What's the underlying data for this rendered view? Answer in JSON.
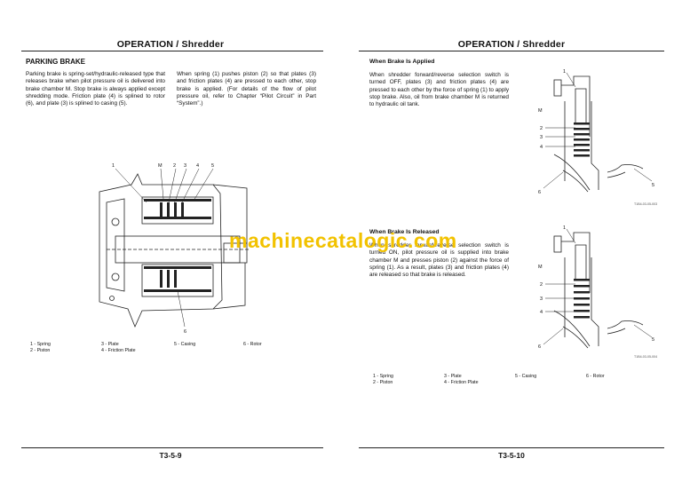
{
  "left": {
    "header": "OPERATION / Shredder",
    "section_title": "PARKING BRAKE",
    "para_left": "Parking brake is spring-set/hydraulic-released type that releases brake when pilot pressure oil is delivered into brake chamber M. Stop brake is always applied except shredding mode. Friction plate (4) is splined to rotor (6), and plate (3) is splined to casing (5).",
    "para_right": "When spring (1) pushes piston (2) so that plates (3) and friction plates (4) are pressed to each other, stop brake is applied. (For details of the flow of pilot pressure oil, refer to Chapter “Pilot Circuit” in Part “System”.)",
    "figure_labels": [
      "1",
      "M",
      "2",
      "3",
      "4",
      "5",
      "6"
    ],
    "captions": {
      "c1": [
        "1 -   Spring",
        "2 -   Piston"
      ],
      "c2": [
        "3 -   Plate",
        "4 -   Friction Plate"
      ],
      "c3": [
        "5 -   Casing"
      ],
      "c4": [
        "6 -   Rotor"
      ]
    },
    "page_number": "T3-5-9"
  },
  "right": {
    "header": "OPERATION / Shredder",
    "applied": {
      "title": "When Brake Is Applied",
      "text": "When shredder forward/reverse selection switch is turned OFF, plates (3) and friction plates (4) are pressed to each other by the force of spring (1) to apply stop brake. Also, oil from brake chamber M is returned to hydraulic oil tank.",
      "labels": [
        "1",
        "M",
        "2",
        "3",
        "4",
        "5",
        "6"
      ],
      "code": "T1B4-03-05-003"
    },
    "released": {
      "title": "When Brake Is Released",
      "text": "When shredder forward/reverse selection switch is turned ON, pilot pressure oil is supplied into brake chamber M and presses piston (2) against the force of spring (1). As a result, plates (3) and friction plates (4) are released so that brake is released.",
      "labels": [
        "1",
        "M",
        "2",
        "3",
        "4",
        "5",
        "6"
      ],
      "code": "T1B4-03-05-004"
    },
    "captions": {
      "c1": [
        "1 -   Spring",
        "2 -   Piston"
      ],
      "c2": [
        "3 -   Plate",
        "4 -   Friction Plate"
      ],
      "c3": [
        "5 -   Casing"
      ],
      "c4": [
        "6 -   Rotor"
      ]
    },
    "page_number": "T3-5-10"
  },
  "watermark": "machinecatalogic.com",
  "colors": {
    "watermark": "#f2c200",
    "text": "#111111"
  }
}
